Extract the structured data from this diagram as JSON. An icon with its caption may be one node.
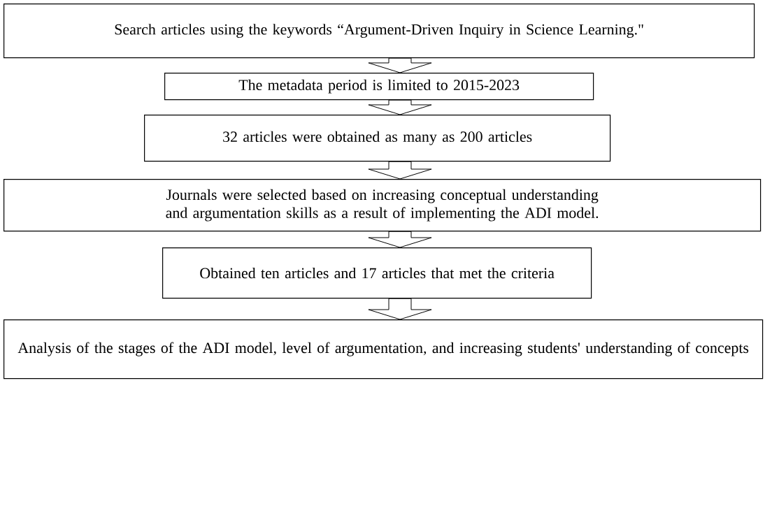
{
  "diagram": {
    "nodes": [
      {
        "text": [
          "Search articles using the keywords “Argument-Driven Inquiry in Science Learning.\""
        ]
      },
      {
        "text": [
          "The metadata period is limited to 2015-2023"
        ]
      },
      {
        "text": [
          "32 articles were obtained as many as 200 articles"
        ]
      },
      {
        "text": [
          "Journals were selected based on increasing conceptual understanding and argumentation skills as a result of implementing the ADI model."
        ]
      },
      {
        "text": [
          "Obtained ten articles and 17 articles that met the criteria"
        ]
      },
      {
        "text": [
          "Analysis of the stages of the ADI model, level of argumentation, and increasing students' understanding of concepts"
        ]
      }
    ],
    "edges": [
      {
        "from": 0,
        "to": 1,
        "arrow": "to"
      },
      {
        "from": 1,
        "to": 2,
        "arrow": "to"
      },
      {
        "from": 2,
        "to": 3,
        "arrow": "to"
      },
      {
        "from": 3,
        "to": 4,
        "arrow": "to"
      },
      {
        "from": 4,
        "to": 5,
        "arrow": "to"
      }
    ]
  }
}
